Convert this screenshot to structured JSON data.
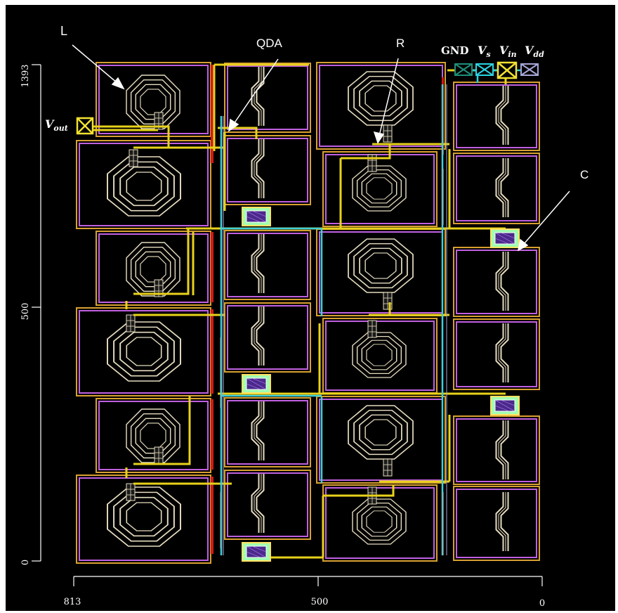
{
  "labels": {
    "inductor": "L",
    "qda": "QDA",
    "resistor": "R",
    "capacitor": "C"
  },
  "pins": {
    "gnd": "GND",
    "vs": "V",
    "vs_sub": "s",
    "vin": "V",
    "vin_sub": "in",
    "vdd": "V",
    "vdd_sub": "dd",
    "vout": "V",
    "vout_sub": "out"
  },
  "axes": {
    "y_top": "1393",
    "y_mid": "500",
    "y_bottom": "0",
    "x_left": "813",
    "x_mid": "500",
    "x_right": "0"
  },
  "colors": {
    "background": "#000000",
    "gnd_pin": "#1f8f7a",
    "vs_pin": "#2ad4e0",
    "vin_pin": "#f2e130",
    "vdd_pin": "#a6a6d8",
    "metal_yellow": "#e8d21a",
    "metal_cyan": "#3ed0d8",
    "coil": "#e6dcc0",
    "box_purple": "#c060e0",
    "box_orange": "#d8a030",
    "red_strip": "#d01a1a"
  }
}
